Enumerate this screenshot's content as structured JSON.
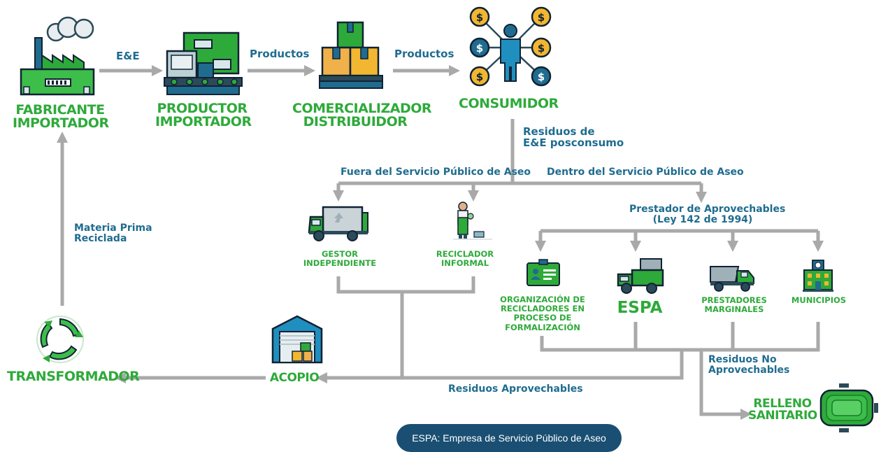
{
  "nodes": {
    "fabricante": "FABRICANTE\nIMPORTADOR",
    "productor": "PRODUCTOR\nIMPORTADOR",
    "comercializador": "COMERCIALIZADOR\nDISTRIBUIDOR",
    "consumidor": "CONSUMIDOR",
    "gestor": "GESTOR\nINDEPENDIENTE",
    "reciclador": "RECICLADOR\nINFORMAL",
    "organizacion": "ORGANIZACIÓN DE\nRECICLADORES EN\nPROCESO DE\nFORMALIZACIÓN",
    "espa": "ESPA",
    "prestadores": "PRESTADORES\nMARGINALES",
    "municipios": "MUNICIPIOS",
    "transformador": "TRANSFORMADOR",
    "acopio": "ACOPIO",
    "relleno": "RELLENO\nSANITARIO"
  },
  "edges": {
    "ee": "E&E",
    "productos_1": "Productos",
    "productos_2": "Productos",
    "residuos_posconsumo": "Residuos de\nE&E posconsumo",
    "fuera": "Fuera del Servicio Público de Aseo",
    "dentro": "Dentro del Servicio Público de Aseo",
    "prestador": "Prestador de Aprovechables\n(Ley 142 de 1994)",
    "materia_prima": "Materia Prima\nReciclada",
    "residuos_aprovechables": "Residuos Aprovechables",
    "residuos_no": "Residuos No\nAprovechables"
  },
  "footer": "ESPA: Empresa de Servicio Público de Aseo",
  "colors": {
    "green": "#2eaa3a",
    "blue": "#1f6c8f",
    "arrow": "#a9a9a9",
    "footer_bg": "#1a4f73",
    "gold": "#f2b630"
  }
}
